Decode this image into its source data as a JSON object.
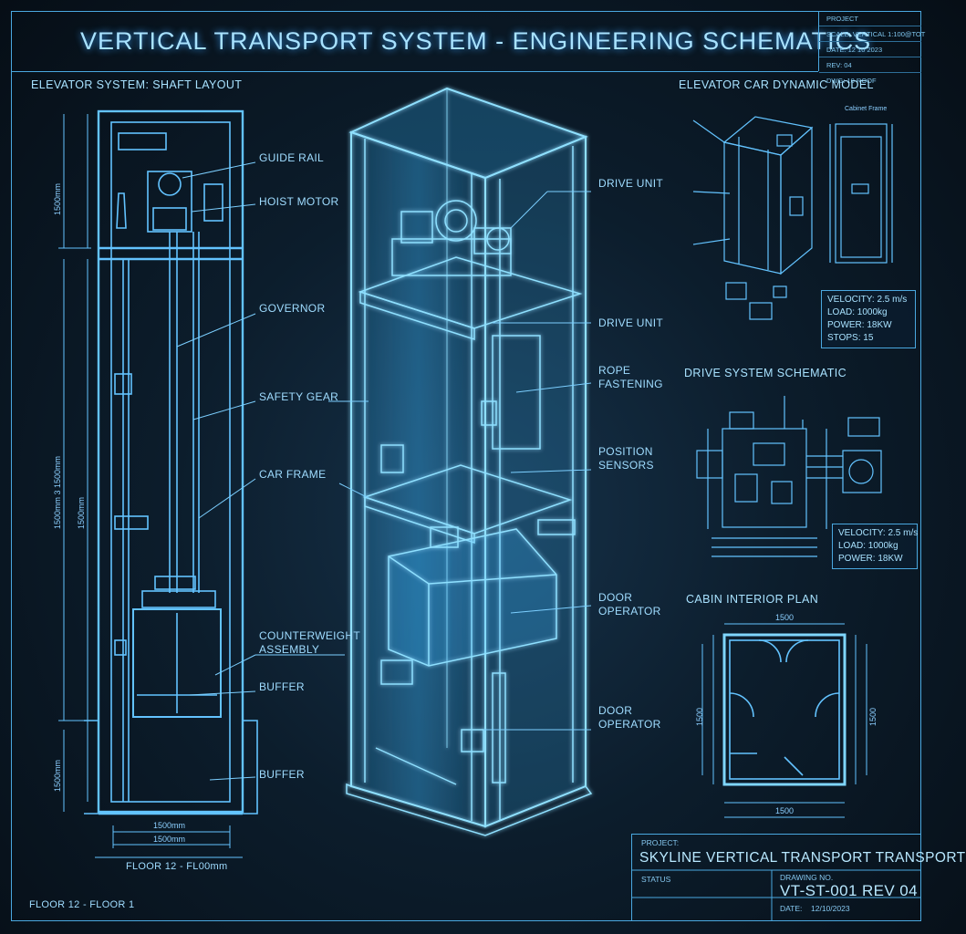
{
  "title": "VERTICAL TRANSPORT SYSTEM - ENGINEERING SCHEMATICS",
  "corner_block": [
    "PROJECT",
    "SCALE: VERTICAL 1:100@TOT",
    "DATE: 12 10 2023",
    "REV: 04",
    "DWG: 10 ROOF"
  ],
  "left_panel": {
    "heading": "ELEVATOR SYSTEM: SHAFT LAYOUT",
    "labels": [
      "GUIDE RAIL",
      "HOIST MOTOR",
      "GOVERNOR",
      "SAFETY GEAR",
      "CAR FRAME",
      "COUNTERWEIGHT",
      "ASSEMBLY",
      "BUFFER",
      "BUFFER"
    ],
    "dims": {
      "top_height": "1500mm",
      "main_height": "1500mm 3 1500mm",
      "lower_height": "1500mm",
      "pit_height": "1500mm",
      "width_outer": "1500mm",
      "width_inner": "1500mm"
    },
    "floor_range": "FLOOR 12 - FL00mm",
    "bottom_note": "FLOOR 12 - FLOOR 1"
  },
  "center_labels": [
    "DRIVE UNIT",
    "DRIVE UNIT",
    "ROPE",
    "FASTENING",
    "POSITION",
    "SENSORS",
    "DOOR",
    "OPERATOR",
    "DOOR",
    "OPERATOR"
  ],
  "right_panel": {
    "model_heading": "ELEVATOR CAR DYNAMIC MODEL",
    "model_sub": "Cabinet Frame",
    "specs1": [
      "VELOCITY: 2.5 m/s",
      "LOAD: 1000kg",
      "POWER: 18KW",
      "STOPS: 15"
    ],
    "drive_heading": "DRIVE SYSTEM SCHEMATIC",
    "specs2": [
      "VELOCITY: 2.5 m/s",
      "LOAD: 1000kg",
      "POWER: 18KW"
    ],
    "cabin_heading": "CABIN INTERIOR PLAN",
    "cabin_dims": {
      "top": "1500",
      "bottom": "1500",
      "left": "1500",
      "right": "1500"
    }
  },
  "title_block": {
    "project_label": "PROJECT:",
    "project_name": "SKYLINE VERTICAL TRANSPORT TRANSPORT",
    "status_label": "STATUS",
    "drawing_label": "DRAWING NO.",
    "drawing_no": "VT-ST-001 REV 04",
    "date_label": "DATE:",
    "date_value": "12/10/2023"
  },
  "colors": {
    "line": "#4aa8e0",
    "glow": "#3ab8ff",
    "text": "#9fdcff",
    "bg": "#0c1d2c"
  }
}
